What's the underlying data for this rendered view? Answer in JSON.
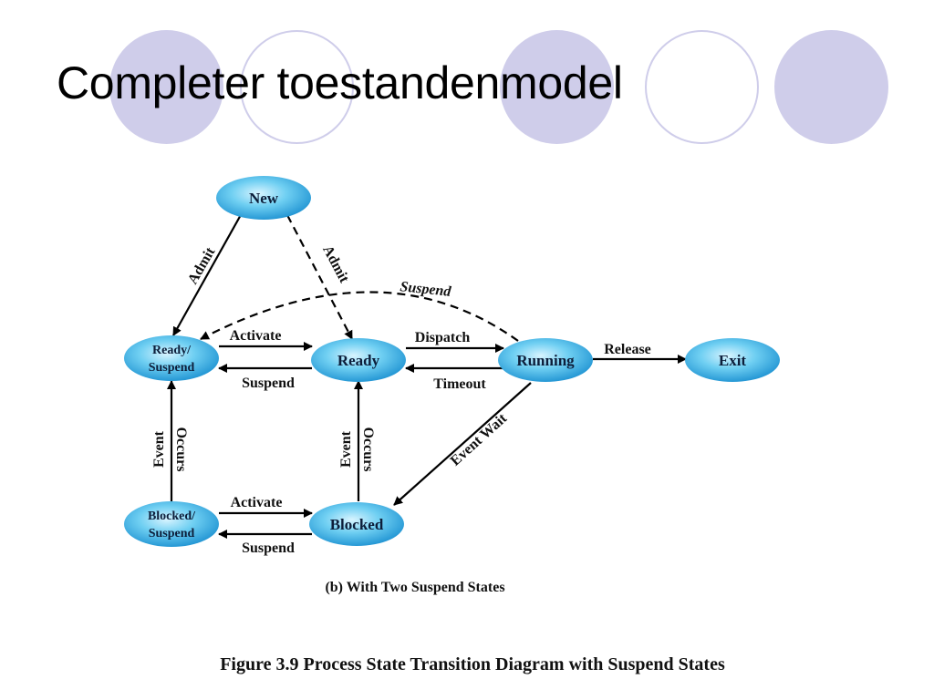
{
  "slide": {
    "title": "Completer toestandenmodel"
  },
  "diagram": {
    "nodes": {
      "new": "New",
      "ready_suspend_1": "Ready/",
      "ready_suspend_2": "Suspend",
      "ready": "Ready",
      "running": "Running",
      "exit": "Exit",
      "blocked_suspend_1": "Blocked/",
      "blocked_suspend_2": "Suspend",
      "blocked": "Blocked"
    },
    "edges": {
      "admit_left": "Admit",
      "admit_right": "Admit",
      "suspend_top": "Suspend",
      "activate_top": "Activate",
      "suspend_mid": "Suspend",
      "dispatch": "Dispatch",
      "timeout": "Timeout",
      "release": "Release",
      "event_wait": "Event Wait",
      "event_occurs_left_1": "Event",
      "event_occurs_left_2": "Occurs",
      "event_occurs_right_1": "Event",
      "event_occurs_right_2": "Occurs",
      "activate_bottom": "Activate",
      "suspend_bottom": "Suspend"
    },
    "subcaption": "(b) With Two Suspend States",
    "figure_caption": "Figure 3.9  Process State Transition Diagram with Suspend States"
  }
}
